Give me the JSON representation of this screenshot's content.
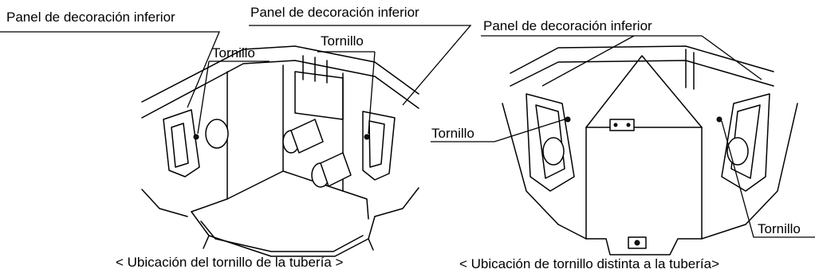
{
  "left_panel": {
    "label_panel_left": "Panel de decoración inferior",
    "label_panel_right": "Panel de decoración inferior",
    "label_screw_left": "Tornillo",
    "label_screw_right": "Tornillo",
    "caption": "< Ubicación del tornillo de la tubería >"
  },
  "right_panel": {
    "label_panel": "Panel de decoración inferior",
    "label_screw_left": "Tornillo",
    "label_screw_right": "Tornillo",
    "caption": "< Ubicación de tornillo distinta a la tubería>"
  }
}
